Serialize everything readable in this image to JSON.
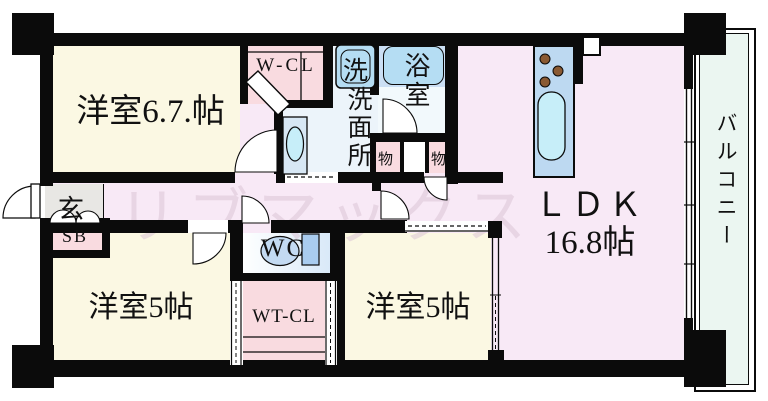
{
  "colors": {
    "wall": "#0b0b0b",
    "floor_pink": "#f8e9f6",
    "room_cream": "#fbf8e3",
    "closet_pink": "#f9dbe0",
    "wet_blue": "#ecf4fa",
    "bath_band": "#cbdff4",
    "bath_floor": "#f2f9fc",
    "fixture_blue": "#b5ddf3",
    "sink_cyan": "#c7eef9",
    "counter_blue": "#bdd9f1",
    "wc_blue": "#d9e9f8",
    "toilet_tank": "#a9ccef",
    "genkan_gray": "#e8e7e4",
    "balcony_mint": "#ebf6f1",
    "burner_brown": "#8a5a33",
    "watermark_pink": "#dcc6d6"
  },
  "rooms": {
    "room1": {
      "label": "洋室6.7.帖"
    },
    "room2": {
      "label": "洋室5帖"
    },
    "room3": {
      "label": "洋室5帖"
    },
    "ldk": {
      "label_line1": "ＬＤＫ",
      "label_line2": "16.8帖"
    },
    "balcony": {
      "label": "バルコニー"
    },
    "bath": {
      "label": "浴室"
    },
    "washroom": {
      "label": "洗面所"
    },
    "wc": {
      "label": "WC"
    },
    "genkan": {
      "label": "玄"
    }
  },
  "storage": {
    "wcl": "W-CL",
    "wtcl": "WT-CL",
    "sb": "SB",
    "mono1": "物",
    "mono2": "物",
    "washer": "洗"
  },
  "watermark": "リブマックス"
}
